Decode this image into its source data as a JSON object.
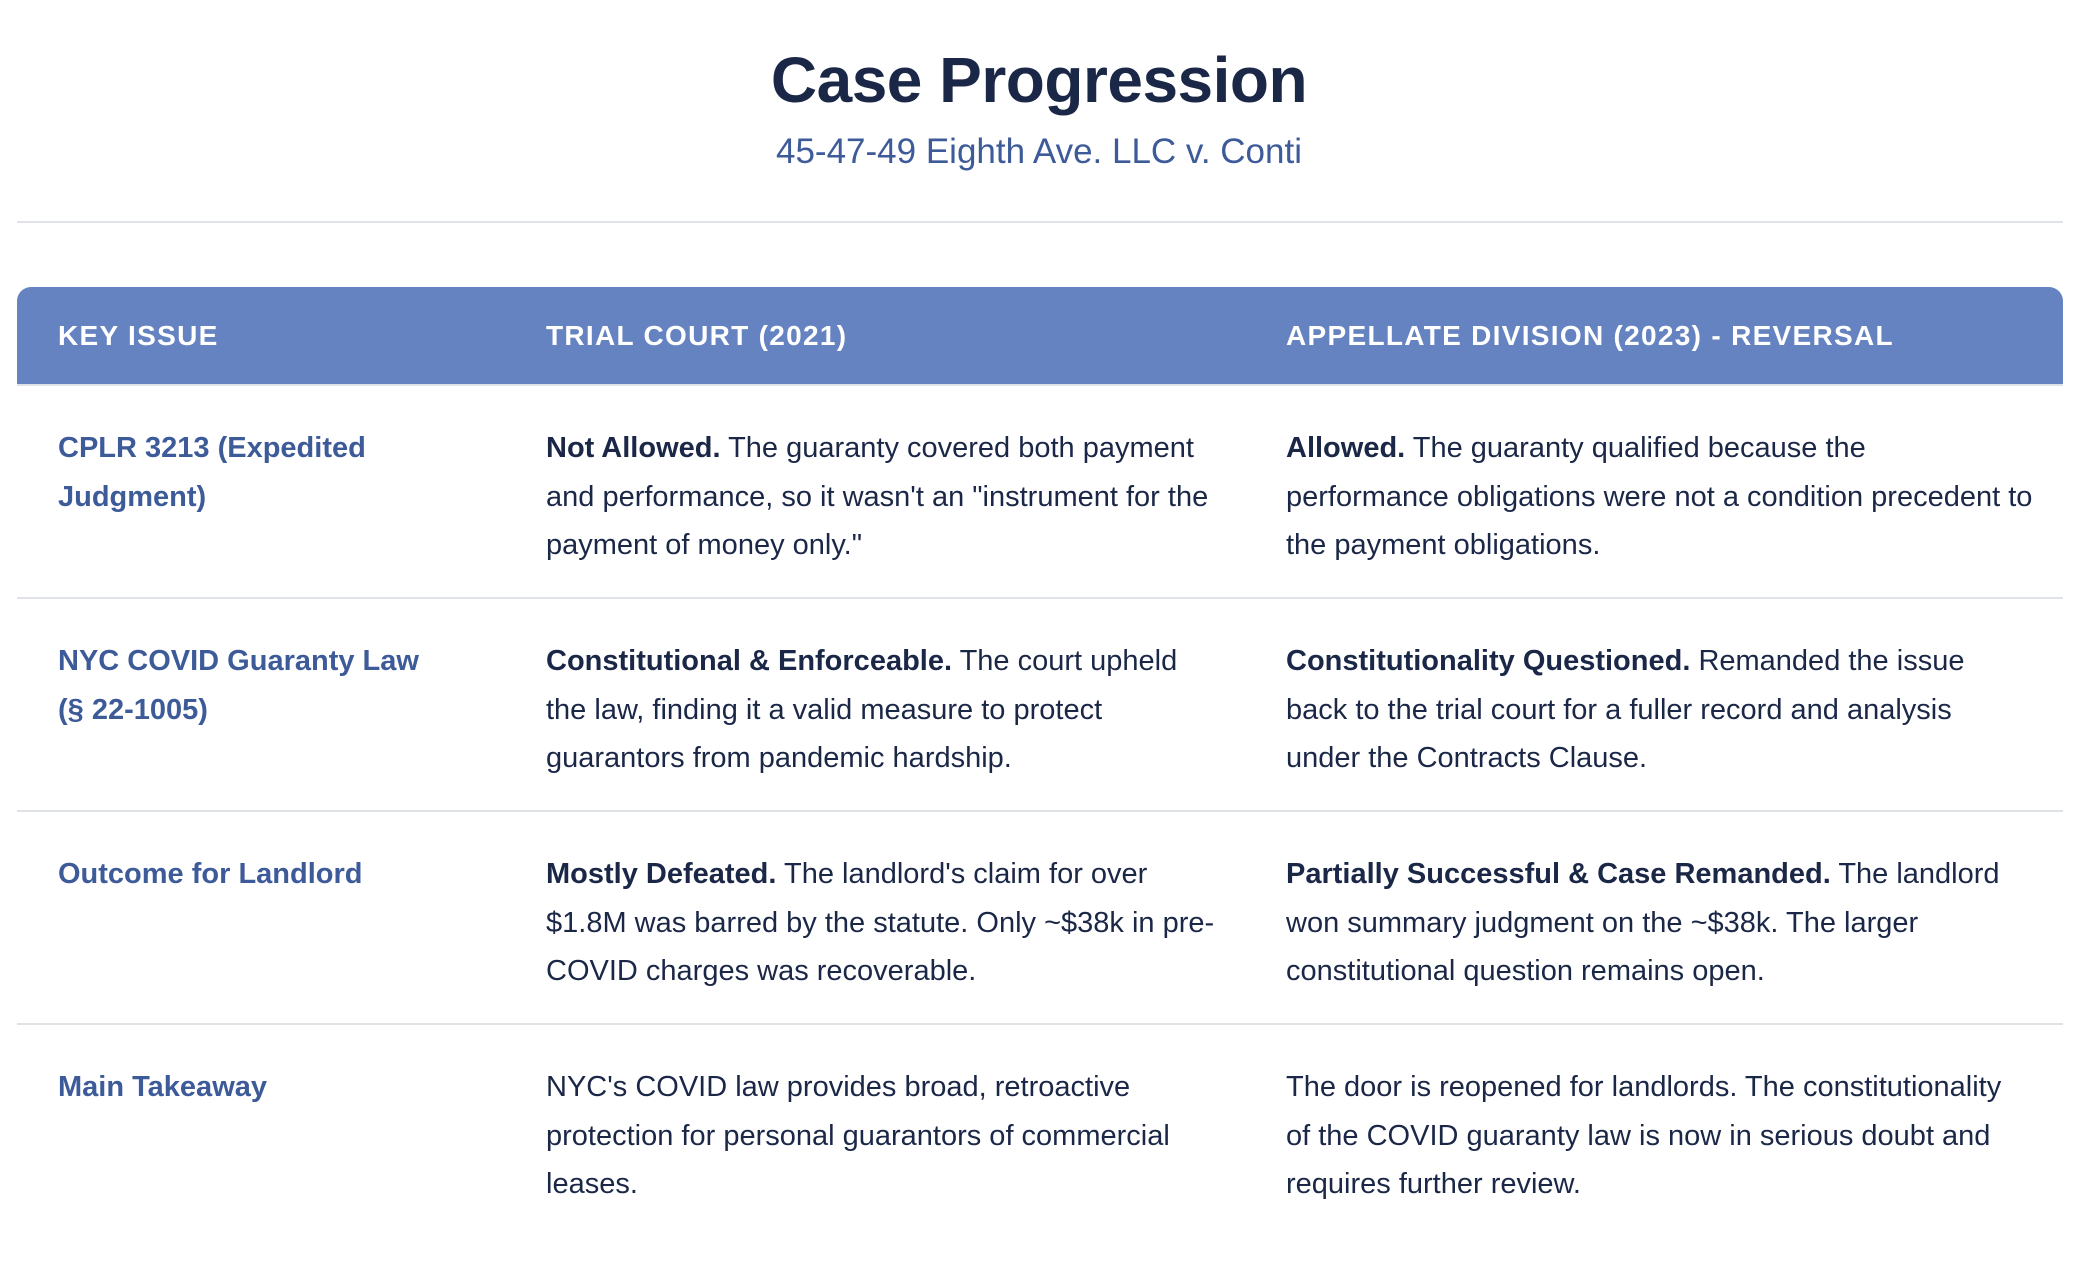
{
  "header": {
    "title": "Case Progression",
    "subtitle": "45-47-49 Eighth Ave. LLC v. Conti"
  },
  "colors": {
    "title": "#1b2747",
    "accent": "#3d5a99",
    "table_header_bg": "#6683c1",
    "table_header_text": "#ffffff",
    "row_divider": "#dfe2e6"
  },
  "table": {
    "columns": [
      "KEY ISSUE",
      "TRIAL COURT (2021)",
      "APPELLATE DIVISION (2023) - REVERSAL"
    ],
    "rows": [
      {
        "issue": "CPLR 3213 (Expedited Judgment)",
        "trial": {
          "lead": "Not Allowed.",
          "text": " The guaranty covered both payment and performance, so it wasn't an \"instrument for the payment of money only.\""
        },
        "appellate": {
          "lead": "Allowed.",
          "text": " The guaranty qualified because the performance obligations were not a condition precedent to the payment obligations."
        }
      },
      {
        "issue": "NYC COVID Guaranty Law (§ 22-1005)",
        "trial": {
          "lead": "Constitutional & Enforceable.",
          "text": " The court upheld the law, finding it a valid measure to protect guarantors from pandemic hardship."
        },
        "appellate": {
          "lead": "Constitutionality Questioned.",
          "text": " Remanded the issue back to the trial court for a fuller record and analysis under the Contracts Clause."
        }
      },
      {
        "issue": "Outcome for Landlord",
        "trial": {
          "lead": "Mostly Defeated.",
          "text": " The landlord's claim for over $1.8M was barred by the statute. Only ~$38k in pre-COVID charges was recoverable."
        },
        "appellate": {
          "lead": "Partially Successful & Case Remanded.",
          "text": " The landlord won summary judgment on the ~$38k. The larger constitutional question remains open."
        }
      },
      {
        "issue": "Main Takeaway",
        "trial": {
          "lead": "",
          "text": "NYC's COVID law provides broad, retroactive protection for personal guarantors of commercial leases."
        },
        "appellate": {
          "lead": "",
          "text": "The door is reopened for landlords. The constitutionality of the COVID guaranty law is now in serious doubt and requires further review."
        }
      }
    ]
  }
}
